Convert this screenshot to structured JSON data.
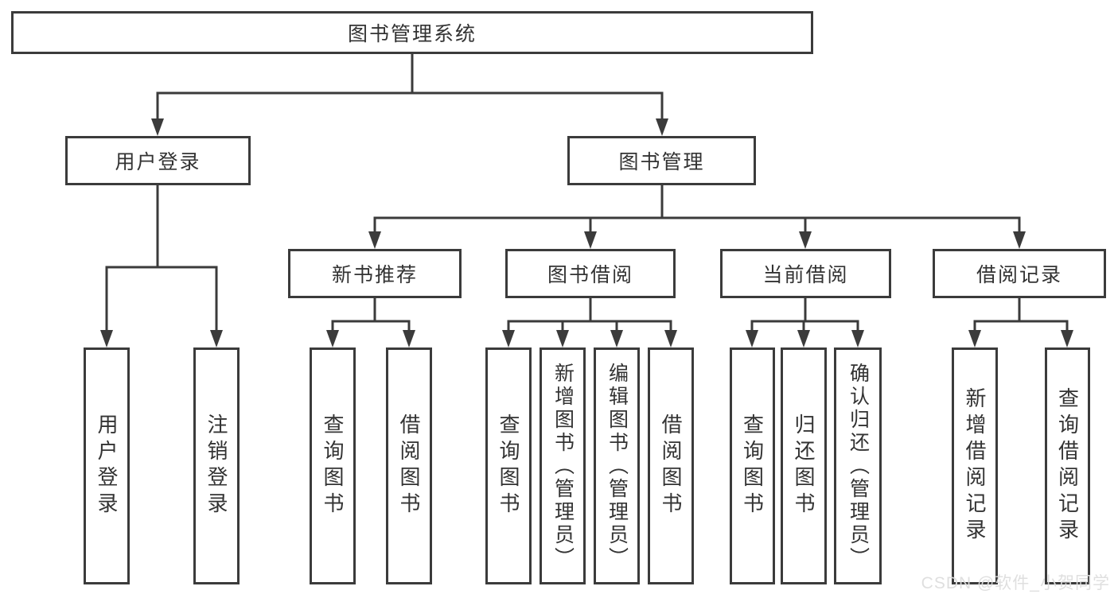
{
  "colors": {
    "line": "#3b3b3b",
    "text": "#333333",
    "background": "#ffffff",
    "watermark": "#dedede"
  },
  "diagram": {
    "root": {
      "label": "图书管理系统"
    },
    "level2": {
      "user_login": {
        "label": "用户登录"
      },
      "book_management": {
        "label": "图书管理"
      }
    },
    "level3": {
      "new_book_recommend": {
        "label": "新书推荐"
      },
      "book_borrow": {
        "label": "图书借阅"
      },
      "current_borrow": {
        "label": "当前借阅"
      },
      "borrow_records": {
        "label": "借阅记录"
      }
    },
    "leaves": {
      "login": [
        "用户登录",
        "注销登录"
      ],
      "recommend": [
        "查询图书",
        "借阅图书"
      ],
      "borrow": [
        "查询图书",
        "新增图书（管理员）",
        "编辑图书（管理员）",
        "借阅图书"
      ],
      "current": [
        "查询图书",
        "归还图书",
        "确认归还（管理员）"
      ],
      "records": [
        "新增借阅记录",
        "查询借阅记录"
      ]
    }
  },
  "watermark": {
    "text": "CSDN @软件_小贺同学"
  }
}
